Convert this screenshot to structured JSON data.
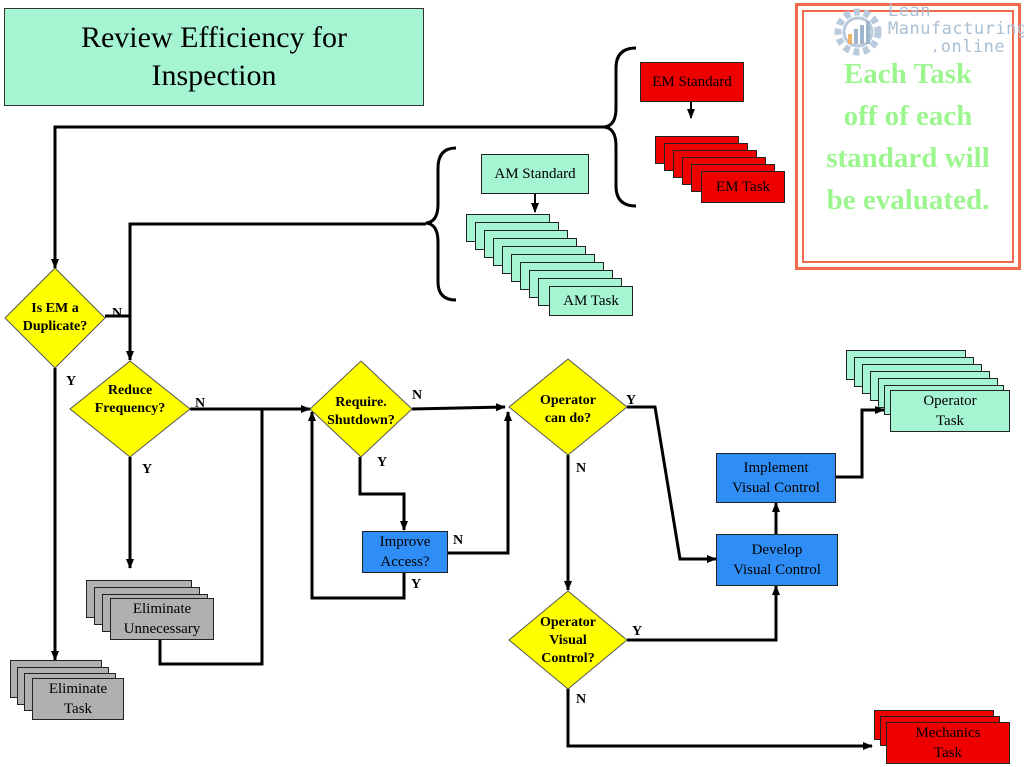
{
  "title": {
    "line1": "Review Efficiency for",
    "line2": "Inspection"
  },
  "note": {
    "line1": "Each Task",
    "line2": "off of each",
    "line3": "standard will",
    "line4": "be evaluated."
  },
  "logo": {
    "line1": "Lean",
    "line2": "Manufacturing",
    "line3": ".online",
    "icon": "gear-chart-icon"
  },
  "em": {
    "standard": "EM Standard",
    "task": "EM Task"
  },
  "am": {
    "standard": "AM Standard",
    "task": "AM Task"
  },
  "decisions": {
    "em_duplicate": {
      "line1": "Is EM a",
      "line2": "Duplicate?"
    },
    "reduce_frequency": {
      "line1": "Reduce",
      "line2": "Frequency?"
    },
    "require_shutdown": {
      "line1": "Require.",
      "line2": "Shutdown?"
    },
    "operator_can_do": {
      "line1": "Operator",
      "line2": "can do?"
    },
    "operator_visual": {
      "line1": "Operator",
      "line2": "Visual",
      "line3": "Control?"
    }
  },
  "boxes": {
    "improve_access": {
      "line1": "Improve",
      "line2": "Access?"
    },
    "develop_visual": {
      "line1": "Develop",
      "line2": "Visual Control"
    },
    "implement_visual": {
      "line1": "Implement",
      "line2": "Visual Control"
    },
    "operator_task": {
      "line1": "Operator",
      "line2": "Task"
    },
    "mechanics_task": {
      "line1": "Mechanics",
      "line2": "Task"
    },
    "eliminate_unnecessary": {
      "line1": "Eliminate",
      "line2": "Unnecessary"
    },
    "eliminate_task": {
      "line1": "Eliminate",
      "line2": "Task"
    }
  },
  "labels": {
    "yes": "Y",
    "no": "N"
  },
  "colors": {
    "red": "#ee0000",
    "green": "#a6f5d2",
    "blue": "#2f8ef6",
    "yellow": "#ffff00",
    "gray": "#b0b0b0",
    "note_text": "#9cf58f",
    "note_border": "#f06a4c"
  }
}
